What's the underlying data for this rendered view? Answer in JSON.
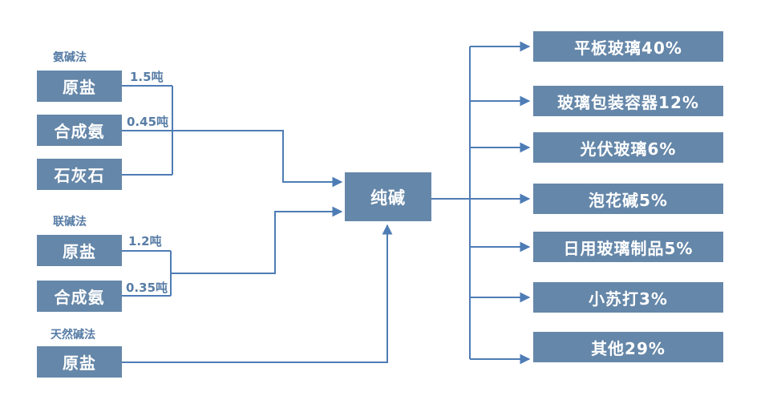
{
  "diagram": {
    "center": {
      "label": "纯碱"
    },
    "groups": [
      {
        "label": "氨碱法",
        "boxes": [
          {
            "label": "原盐",
            "note": "1.5吨"
          },
          {
            "label": "合成氨",
            "note": "0.45吨"
          },
          {
            "label": "石灰石",
            "note": ""
          }
        ]
      },
      {
        "label": "联碱法",
        "boxes": [
          {
            "label": "原盐",
            "note": "1.2吨"
          },
          {
            "label": "合成氨",
            "note": "0.35吨"
          }
        ]
      },
      {
        "label": "天然碱法",
        "boxes": [
          {
            "label": "原盐",
            "note": ""
          }
        ]
      }
    ],
    "outputs": [
      {
        "label": "平板玻璃40%",
        "name": "平板玻璃",
        "share_pct": 40
      },
      {
        "label": "玻璃包装容器12%",
        "name": "玻璃包装容器",
        "share_pct": 12
      },
      {
        "label": "光伏玻璃6%",
        "name": "光伏玻璃",
        "share_pct": 6
      },
      {
        "label": "泡花碱5%",
        "name": "泡花碱",
        "share_pct": 5
      },
      {
        "label": "日用玻璃制品5%",
        "name": "日用玻璃制品",
        "share_pct": 5
      },
      {
        "label": "小苏打3%",
        "name": "小苏打",
        "share_pct": 3
      },
      {
        "label": "其他29%",
        "name": "其他",
        "share_pct": 29
      }
    ],
    "colors": {
      "box_fill": "#6587A9",
      "line": "#4E7CB5",
      "caption_text": "#587DA6",
      "box_text": "#FFFFFF",
      "background": "#FFFFFF"
    }
  }
}
